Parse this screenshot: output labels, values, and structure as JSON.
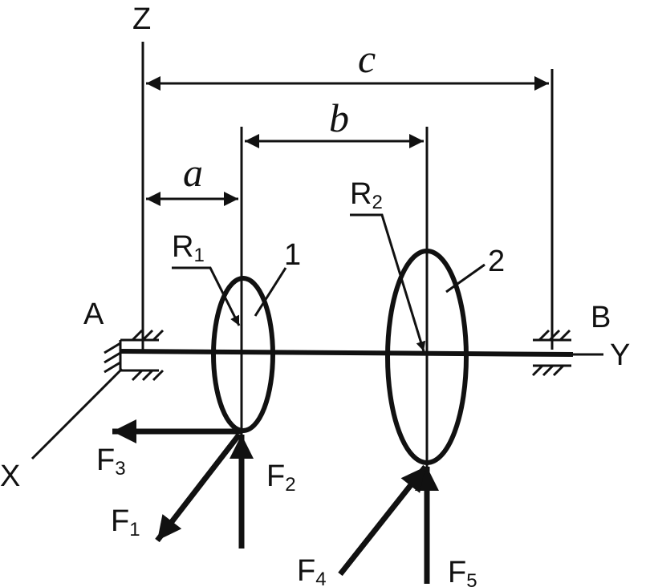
{
  "labels": {
    "z_axis": "Z",
    "y_axis": "Y",
    "x_axis": "X",
    "support_a": "A",
    "support_b": "B",
    "dim_a": "a",
    "dim_b": "b",
    "dim_c": "c",
    "disk1": "1",
    "disk2": "2"
  },
  "forces": {
    "f1": {
      "main": "F",
      "sub": "1"
    },
    "f2": {
      "main": "F",
      "sub": "2"
    },
    "f3": {
      "main": "F",
      "sub": "3"
    },
    "f4": {
      "main": "F",
      "sub": "4"
    },
    "f5": {
      "main": "F",
      "sub": "5"
    }
  },
  "radii": {
    "r1": {
      "main": "R",
      "sub": "1"
    },
    "r2": {
      "main": "R",
      "sub": "2"
    }
  }
}
